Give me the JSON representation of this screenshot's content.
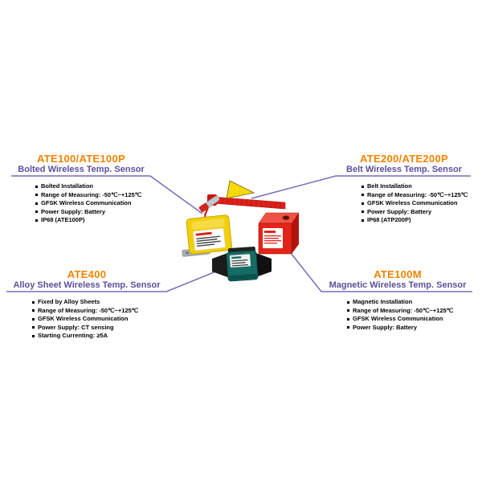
{
  "colors": {
    "model_title": "#f08300",
    "sensor_name": "#5c4e9e",
    "connector_line": "#7a6ab8",
    "feature_text": "#000000",
    "bolted_body": "#f3cf08",
    "belt_strap": "#e0201a",
    "triangle_tag": "#f6d908",
    "magnetic_body": "#e3241b",
    "alloy_body": "#156c64"
  },
  "sensors": [
    {
      "model": "ATE100/ATE100P",
      "name": "Bolted Wireless Temp. Sensor",
      "features": [
        "Bolted Installation",
        "Range of Measuring: -50℃~+125℃",
        "GFSK Wireless Communication",
        "Power Supply: Battery",
        "IP68 (ATE100P)"
      ]
    },
    {
      "model": "ATE200/ATE200P",
      "name": "Belt Wireless Temp. Sensor",
      "features": [
        "Belt Installation",
        "Range of Measuring: -50℃~+125℃",
        "GFSK Wireless Communication",
        "Power Supply: Battery",
        "IP68 (ATP200P)"
      ]
    },
    {
      "model": "ATE400",
      "name": "Alloy Sheet Wireless Temp. Sensor",
      "features": [
        "Fixed by Alloy Sheets",
        "Range of Measuring: -50℃~+125℃",
        "GFSK Wireless Communication",
        "Power Supply: CT sensing",
        "Starting Currenting: ≥5A"
      ]
    },
    {
      "model": "ATE100M",
      "name": "Magnetic Wireless Temp. Sensor",
      "features": [
        "Magnetic Installation",
        "Range of Measuring: -50℃~+125℃",
        "GFSK Wireless Communication",
        "Power Supply: Battery"
      ]
    }
  ],
  "products": [
    {
      "name": "bolted-sensor",
      "color": "#f3cf08"
    },
    {
      "name": "belt-sensor",
      "color": "#e0201a"
    },
    {
      "name": "magnetic-sensor",
      "color": "#e3241b"
    },
    {
      "name": "alloy-sheet-sensor",
      "color": "#156c64"
    }
  ]
}
